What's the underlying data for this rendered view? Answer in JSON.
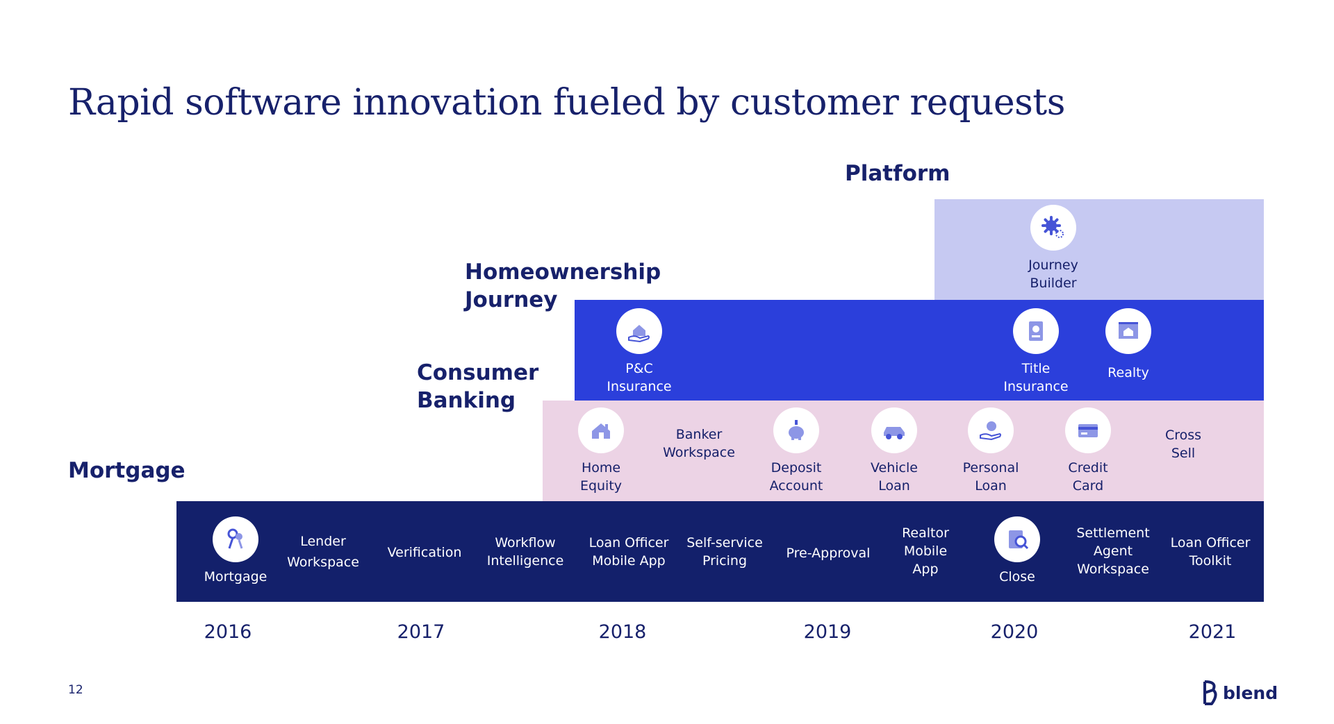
{
  "title": "Rapid software innovation fueled by customer requests",
  "layers": {
    "platform": "Platform",
    "homeownership": "Homeownership\nJourney",
    "consumer": "Consumer\nBanking",
    "mortgage": "Mortgage"
  },
  "platform_items": [
    {
      "label": "Journey\nBuilder",
      "icon": "gear-icon"
    }
  ],
  "homeownership_items": [
    {
      "label": "P&C\nInsurance",
      "icon": "house-hand-icon"
    },
    {
      "label": "Title\nInsurance",
      "icon": "document-icon"
    },
    {
      "label": "Realty",
      "icon": "house-sign-icon"
    }
  ],
  "consumer_items": [
    {
      "label": "Home\nEquity",
      "icon": "house-icon"
    },
    {
      "label": "Banker\nWorkspace"
    },
    {
      "label": "Deposit\nAccount",
      "icon": "piggy-bank-icon"
    },
    {
      "label": "Vehicle\nLoan",
      "icon": "car-icon"
    },
    {
      "label": "Personal\nLoan",
      "icon": "hand-coin-icon"
    },
    {
      "label": "Credit\nCard",
      "icon": "credit-card-icon"
    },
    {
      "label": "Cross\nSell"
    }
  ],
  "mortgage_items": [
    {
      "label": "Mortgage",
      "icon": "keys-icon"
    },
    {
      "label": "Lender\nWorkspace"
    },
    {
      "label": "Verification"
    },
    {
      "label": "Workflow\nIntelligence"
    },
    {
      "label": "Loan Officer\nMobile App"
    },
    {
      "label": "Self-service\nPricing"
    },
    {
      "label": "Pre-Approval"
    },
    {
      "label": "Realtor\nMobile\nApp"
    },
    {
      "label": "Close",
      "icon": "document-search-icon"
    },
    {
      "label": "Settlement\nAgent\nWorkspace"
    },
    {
      "label": "Loan Officer\nToolkit"
    }
  ],
  "years": [
    "2016",
    "2017",
    "2018",
    "2019",
    "2020",
    "2021"
  ],
  "page_number": "12",
  "brand": "blend",
  "colors": {
    "navy": "#13206b",
    "blue": "#2b3fdb",
    "lavender": "#c6c9f2",
    "pink": "#ecd3e5"
  }
}
